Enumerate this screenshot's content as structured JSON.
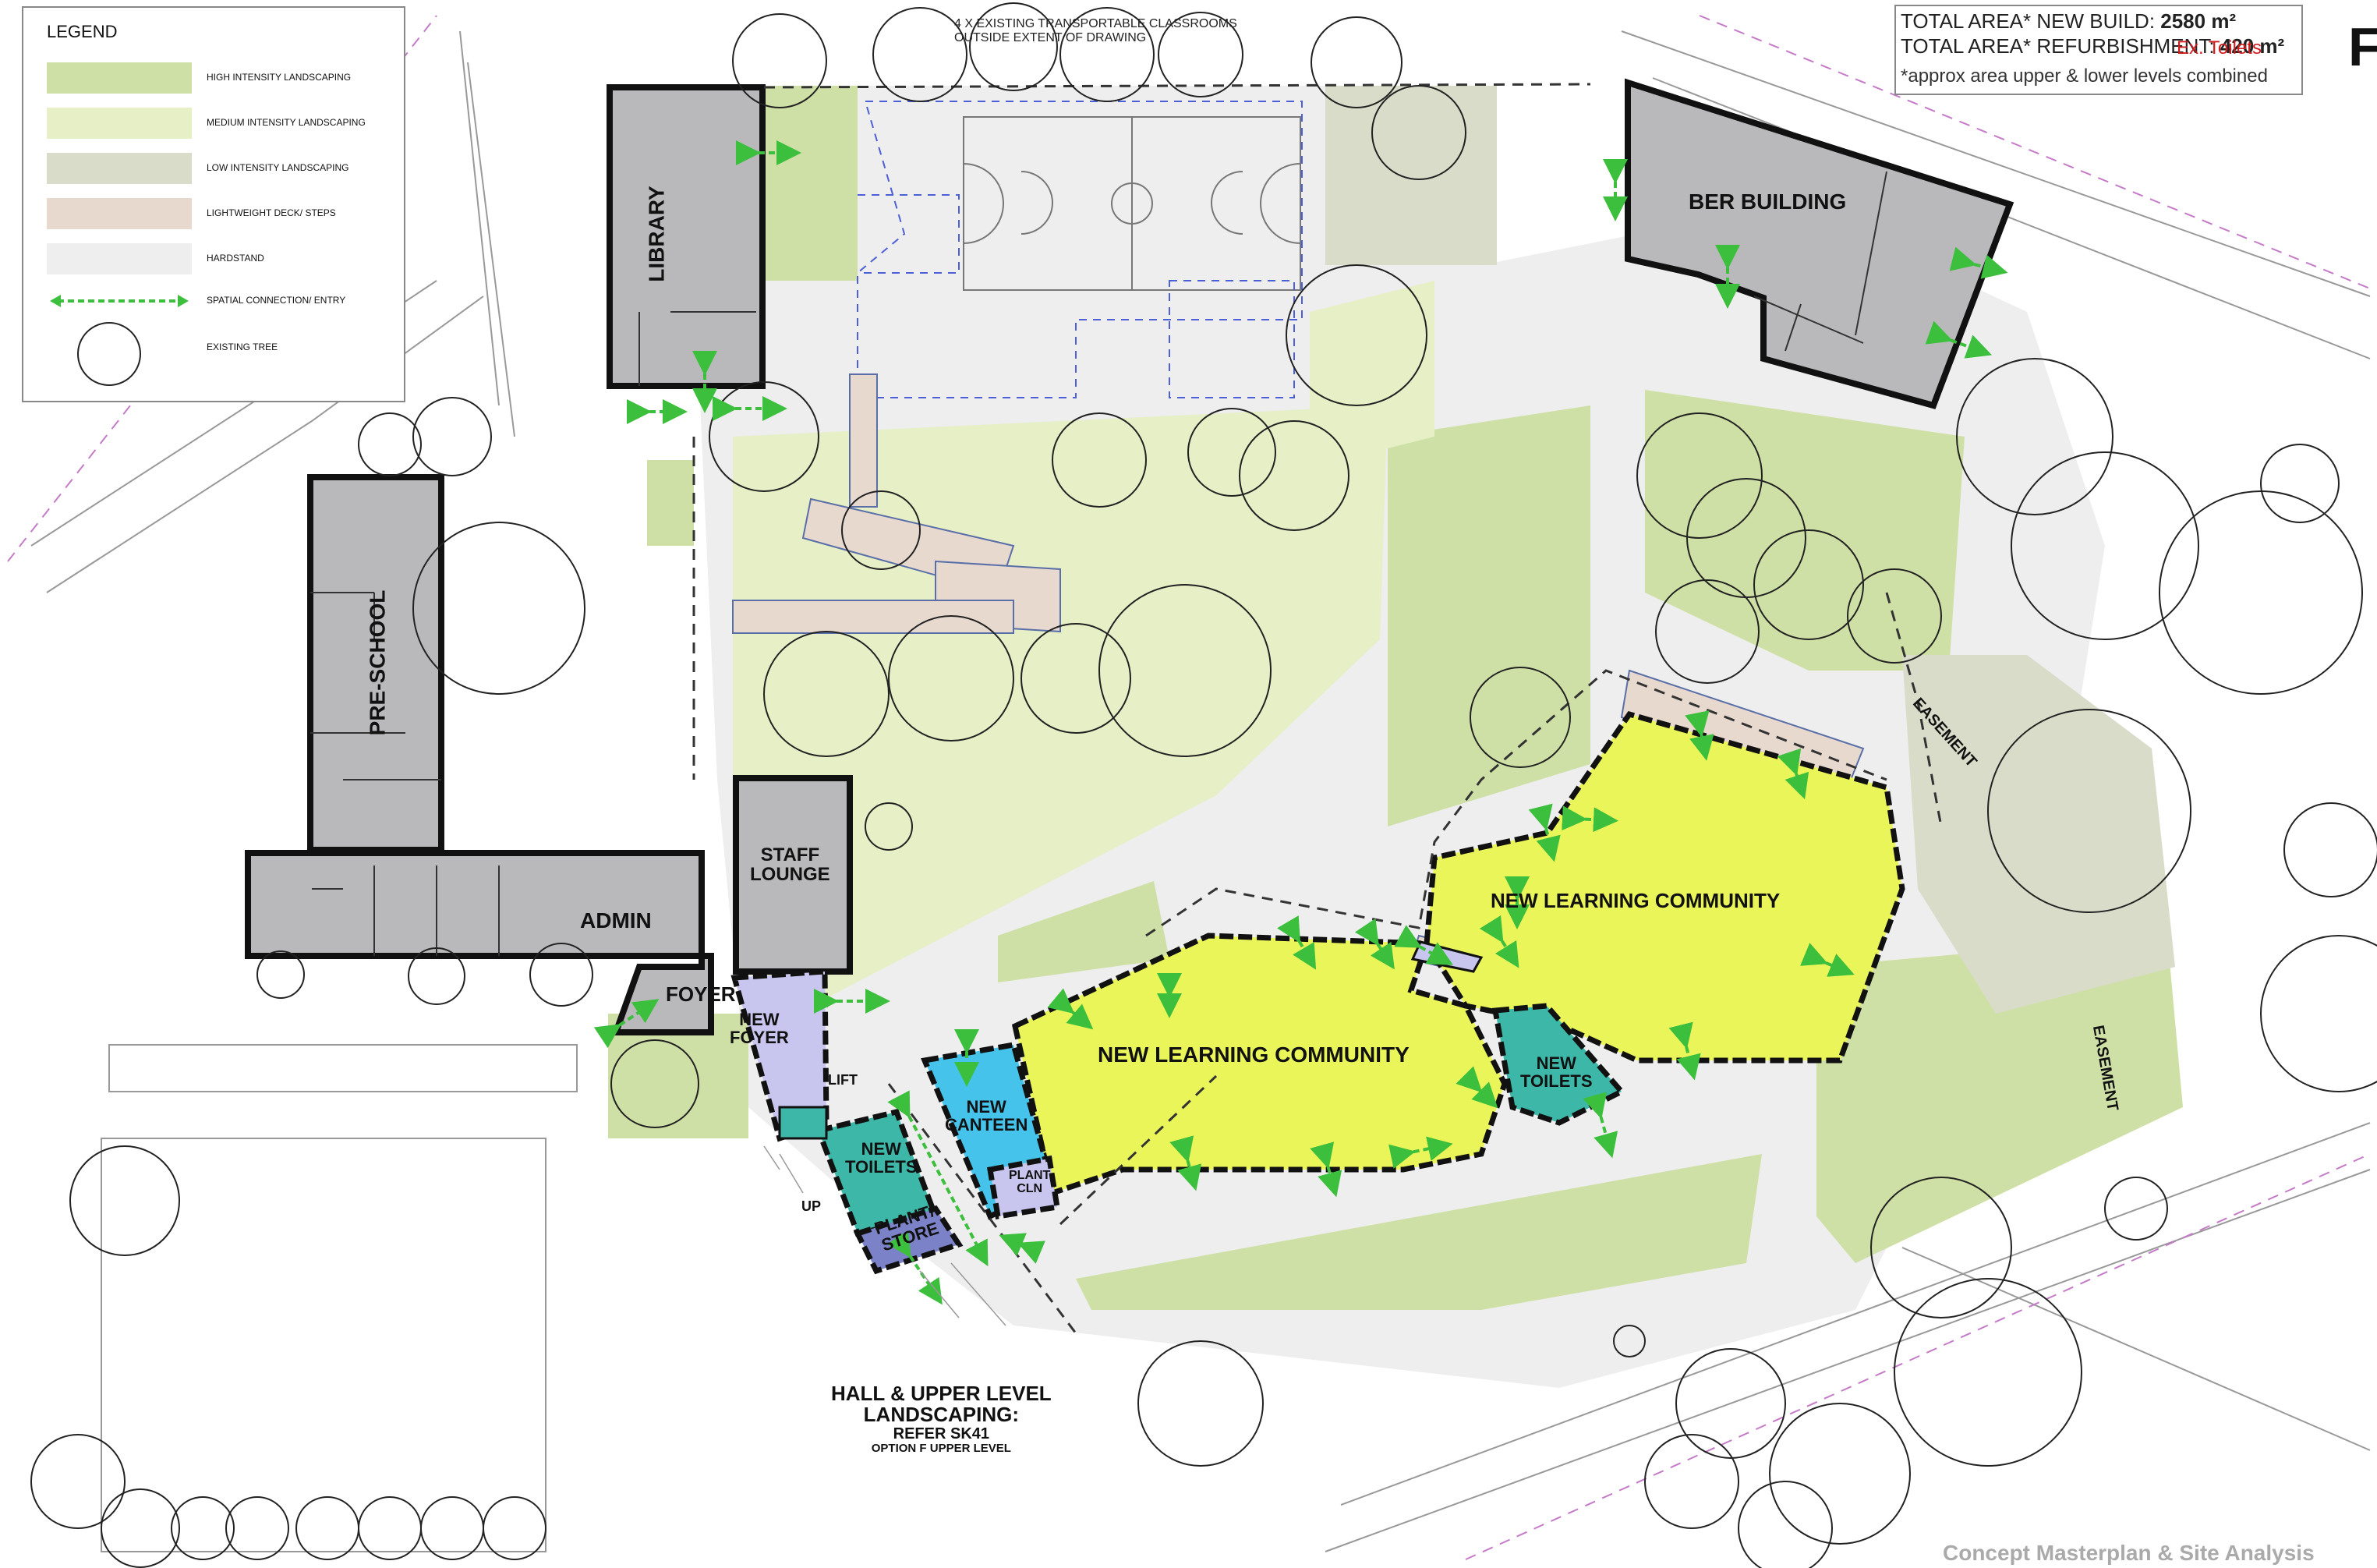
{
  "legend": {
    "title": "LEGEND",
    "items": [
      {
        "label": "HIGH INTENSITY LANDSCAPING",
        "color": "#cfe0a6"
      },
      {
        "label": "MEDIUM INTENSITY LANDSCAPING",
        "color": "#e6efc6"
      },
      {
        "label": "LOW INTENSITY LANDSCAPING",
        "color": "#d8dcc8"
      },
      {
        "label": "LIGHTWEIGHT DECK/ STEPS",
        "color": "#e8d9cf"
      },
      {
        "label": "HARDSTAND",
        "color": "#eeeeee"
      },
      {
        "label": "SPATIAL CONNECTION/ ENTRY",
        "color": "#3cbf3c",
        "icon": "double-arrow-icon"
      },
      {
        "label": "EXISTING TREE",
        "icon": "tree-outline-icon"
      }
    ]
  },
  "area_summary": {
    "line1_prefix": "TOTAL AREA* NEW BUILD: ",
    "line1_value": "2580 m²",
    "line2_prefix": "TOTAL AREA* REFURBISHMENT: ",
    "line2_value": "420 m²",
    "overlap_text": "Ex. Toilets",
    "note": "*approx area upper & lower levels combined"
  },
  "corner_letter": "F",
  "note_top": {
    "line1": "4 X EXISTING TRANSPORTABLE CLASSROOMS",
    "line2": "OUTSIDE EXTENT OF DRAWING"
  },
  "labels": {
    "library": "LIBRARY",
    "pre_school": "PRE-SCHOOL",
    "admin": "ADMIN",
    "staff_lounge_1": "STAFF",
    "staff_lounge_2": "LOUNGE",
    "foyer": "FOYER",
    "new_foyer_1": "NEW",
    "new_foyer_2": "FOYER",
    "lift": "LIFT",
    "up": "UP",
    "new_toilets_1": "NEW",
    "new_toilets_2": "TOILETS",
    "plant_store_1": "PLANT/",
    "plant_store_2": "STORE",
    "new_canteen_1": "NEW",
    "new_canteen_2": "CANTEEN",
    "plant_cln_1": "PLANT",
    "plant_cln_2": "CLN",
    "nlc_1": "NEW LEARNING COMMUNITY",
    "nlc_2": "NEW LEARNING COMMUNITY",
    "new_toilets_b_1": "NEW",
    "new_toilets_b_2": "TOILETS",
    "ber_building": "BER BUILDING",
    "easement_1": "EASEMENT",
    "easement_2": "EASEMENT",
    "hall_1": "HALL & UPPER LEVEL",
    "hall_2": "LANDSCAPING:",
    "hall_3": "REFER SK41",
    "hall_4": "OPTION F  UPPER LEVEL"
  },
  "footer": "Concept Masterplan & Site Analysis",
  "colors": {
    "existing_building": "#b9b9bb",
    "new_learning": "#eaf55a",
    "new_toilets": "#3db8a8",
    "new_canteen": "#45c3ea",
    "new_foyer": "#c8c6ee",
    "deck": "#e8d9cf",
    "hardstand": "#eeeeee",
    "high_landscape": "#cfe0a6",
    "medium_landscape": "#e6efc6",
    "low_landscape": "#d8dcc8",
    "connection": "#3cbf3c"
  }
}
